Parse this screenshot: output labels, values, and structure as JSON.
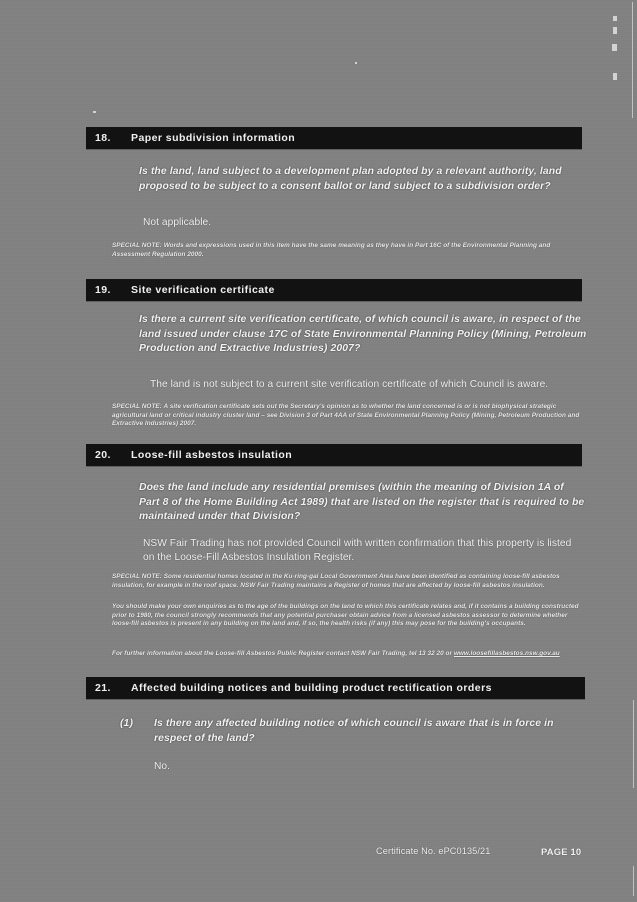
{
  "document": {
    "type": "planning-certificate-page",
    "background_color": "#828282",
    "header_bar_color": "#111111",
    "text_color": "#f4f4f4"
  },
  "sections": [
    {
      "number": "18.",
      "title": "Paper subdivision information",
      "question": "Is the land, land subject to a development plan adopted by a relevant authority, land proposed to be subject to a consent ballot or land subject to a subdivision order?",
      "answer": "Not applicable.",
      "note_lead": "SPECIAL NOTE:",
      "note_body": " Words and expressions used in this item have the same meaning as they have in Part 16C of the Environmental Planning and Assessment Regulation 2000."
    },
    {
      "number": "19.",
      "title": "Site verification certificate",
      "question": "Is there a current site verification certificate, of which council is aware, in respect of the land issued under clause 17C of State Environmental Planning Policy (Mining, Petroleum Production and Extractive Industries) 2007?",
      "answer": "The land is not subject to a current site verification certificate of which Council is aware.",
      "note_lead": "SPECIAL NOTE:",
      "note_body": " A site verification certificate sets out the Secretary's opinion as to whether the land concerned is or is not biophysical strategic agricultural land or critical industry cluster land – see Division 3 of Part 4AA of State Environmental Planning Policy (Mining, Petroleum Production and Extractive Industries) 2007."
    },
    {
      "number": "20.",
      "title": "Loose-fill asbestos insulation",
      "question": "Does the land include any residential premises (within the meaning of Division 1A of Part 8 of the Home Building Act 1989) that are listed on the register that is required to be maintained under that Division?",
      "answer": "NSW Fair Trading has not provided Council with written confirmation that this property is listed on the Loose-Fill Asbestos Insulation Register.",
      "note_lead": "SPECIAL NOTE:",
      "note_body": " Some residential homes located in the Ku-ring-gai Local Government Area have been identified as containing loose-fill asbestos insulation, for example in the roof space. NSW Fair Trading maintains a Register of homes that are affected by loose-fill asbestos insulation.",
      "note_body2": "You should make your own enquiries as to the age of the buildings on the land to which this certificate relates and, if it contains a building constructed prior to 1980, the council strongly recommends that any potential purchaser obtain advice from a licensed asbestos assessor to determine whether loose-fill asbestos is present in any building on the land and, if so, the health risks (if any) this may pose for the building's occupants.",
      "note_body3": "For further information about the Loose-fill Asbestos Public Register contact NSW Fair Trading, tel 13 32 20 or ",
      "note_url": "www.loosefillasbestos.nsw.gov.au"
    },
    {
      "number": "21.",
      "title": "Affected building notices and building product rectification orders",
      "question_num": "(1)",
      "question": "Is there any affected building notice of which council is aware that is in force in respect of the land?",
      "answer": "No."
    }
  ],
  "footer": {
    "certificate_label": "Certificate No. ePC0135/21",
    "page_label": "PAGE 10"
  }
}
